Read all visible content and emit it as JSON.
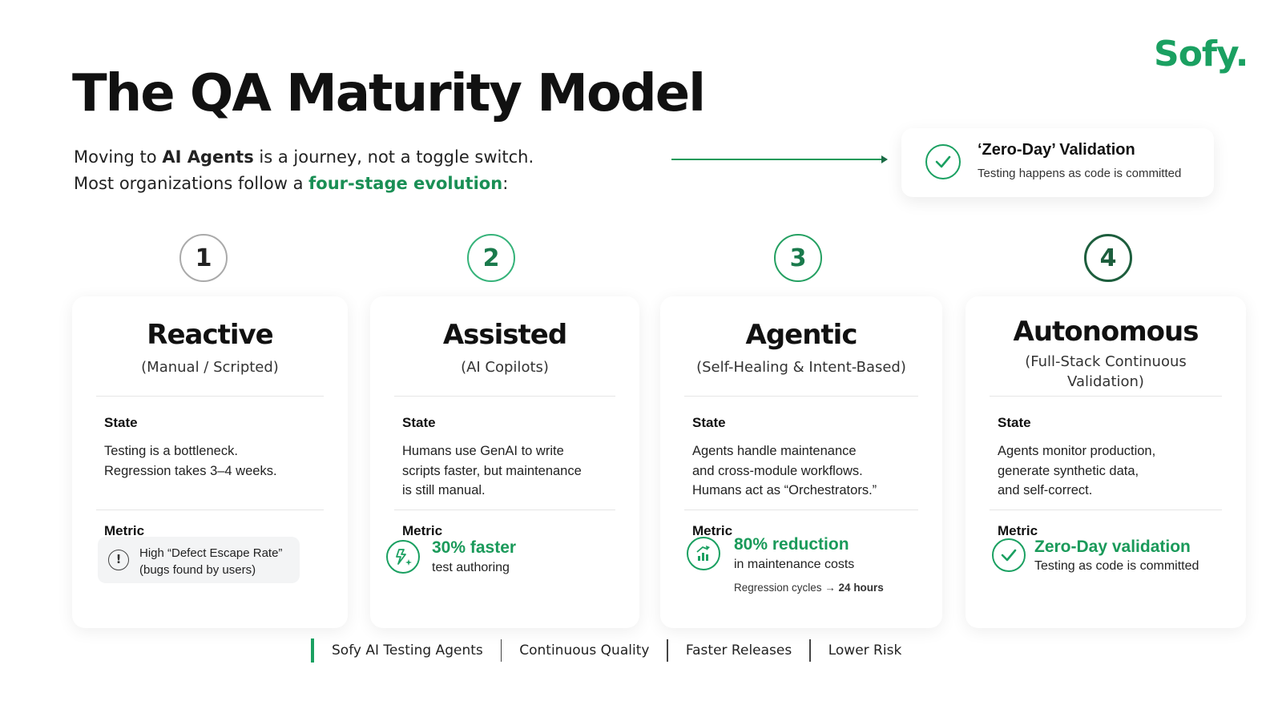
{
  "brand": {
    "logo": "Sofy."
  },
  "title": "The QA Maturity Model",
  "intro": {
    "l1_pre": "Moving to ",
    "l1_bold": "AI Agents",
    "l1_post": " is a journey, not a toggle switch.",
    "l2_pre": "Most organizations follow a ",
    "l2_green": "four-stage evolution",
    "l2_post": ":"
  },
  "callout": {
    "title": "‘Zero-Day’ Validation",
    "subtitle": "Testing happens as code is committed",
    "icon": "check-circle-icon"
  },
  "steps": [
    "1",
    "2",
    "3",
    "4"
  ],
  "stages": [
    {
      "name": "Reactive",
      "sub": "(Manual / Scripted)",
      "state_label": "State",
      "state": "Testing is a bottleneck.\nRegression takes 3–4 weeks.",
      "metric_label": "Metric",
      "metric_text": "High “Defect Escape Rate”\n(bugs found by users)",
      "metric_icon": "alert-circle-icon"
    },
    {
      "name": "Assisted",
      "sub": "(AI Copilots)",
      "state_label": "State",
      "state": "Humans use GenAI to write\nscripts faster, but maintenance\nis still manual.",
      "metric_label": "Metric",
      "metric_big": "30% faster",
      "metric_sub": "test authoring",
      "metric_icon": "sparkle-icon"
    },
    {
      "name": "Agentic",
      "sub": "(Self-Healing & Intent-Based)",
      "state_label": "State",
      "state": "Agents handle maintenance\nand cross-module workflows.\nHumans act as “Orchestrators.”",
      "metric_label": "Metric",
      "metric_big": "80% reduction",
      "metric_sub": "in maintenance costs",
      "metric_note_pre": "Regression cycles → ",
      "metric_note_bold": "24 hours",
      "metric_icon": "growth-chart-icon"
    },
    {
      "name": "Autonomous",
      "sub": "(Full-Stack Continuous Validation)",
      "state_label": "State",
      "state": "Agents monitor production,\ngenerate synthetic data,\nand self-correct.",
      "metric_label": "Metric",
      "metric_big": "Zero-Day validation",
      "metric_sub": "Testing as code is committed",
      "metric_icon": "check-circle-icon"
    }
  ],
  "footer": [
    "Sofy AI Testing Agents",
    "Continuous Quality",
    "Faster Releases",
    "Lower Risk"
  ],
  "colors": {
    "accent": "#1aa061",
    "accent_dark": "#1d5e3d",
    "text": "#111111"
  }
}
